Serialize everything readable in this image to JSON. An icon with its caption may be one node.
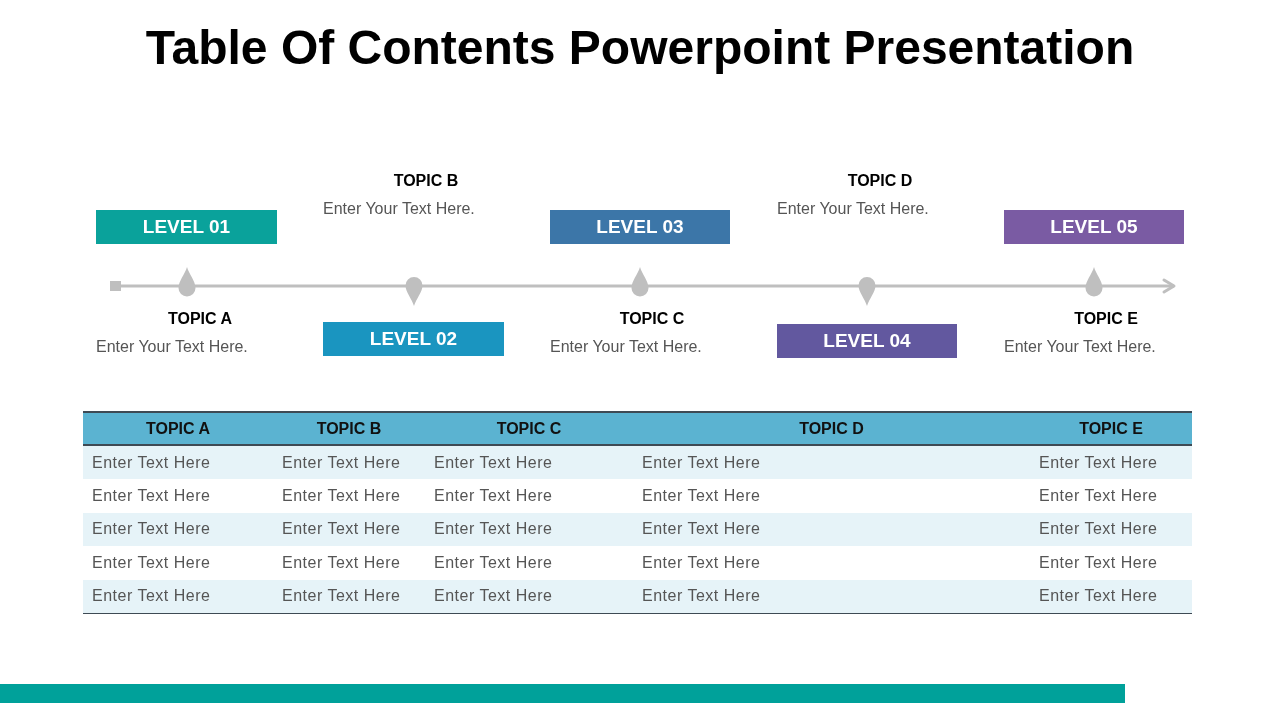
{
  "diagram": {
    "title": "Table Of Contents Powerpoint Presentation",
    "nodes": [
      {
        "text": [
          "LEVEL 01"
        ]
      },
      {
        "text": [
          "LEVEL 02"
        ]
      },
      {
        "text": [
          "LEVEL 03"
        ]
      },
      {
        "text": [
          "LEVEL 04"
        ]
      },
      {
        "text": [
          "LEVEL 05"
        ]
      }
    ],
    "labels": [
      "TOPIC A",
      "Enter Your Text Here.",
      "TOPIC B",
      "Enter Your Text Here.",
      "TOPIC C",
      "Enter Your Text Here.",
      "TOPIC D",
      "Enter Your Text Here.",
      "TOPIC E",
      "Enter Your Text Here.",
      "TOPIC A",
      "TOPIC B",
      "TOPIC C",
      "TOPIC D",
      "TOPIC E",
      "Enter Text Here",
      "Enter Text Here",
      "Enter Text Here",
      "Enter Text Here",
      "Enter Text Here",
      "Enter Text Here",
      "Enter Text Here",
      "Enter Text Here",
      "Enter Text Here",
      "Enter Text Here",
      "Enter Text Here",
      "Enter Text Here",
      "Enter Text Here",
      "Enter Text Here",
      "Enter Text Here",
      "Enter Text Here",
      "Enter Text Here",
      "Enter Text Here",
      "Enter Text Here",
      "Enter Text Here",
      "Enter Text Here",
      "Enter Text Here",
      "Enter Text Here",
      "Enter Text Here",
      "Enter Text Here"
    ]
  }
}
